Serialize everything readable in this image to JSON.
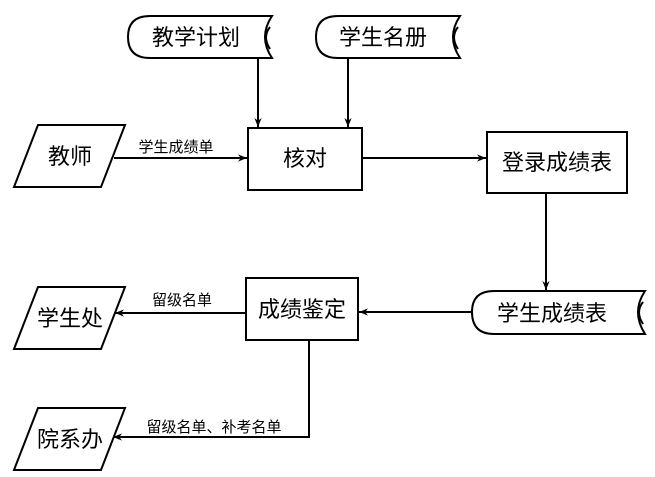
{
  "diagram": {
    "type": "data flow diagram",
    "nodes": {
      "plan": {
        "label": "教学计划",
        "kind": "data-store"
      },
      "roster": {
        "label": "学生名册",
        "kind": "data-store"
      },
      "teacher": {
        "label": "教师",
        "kind": "external-entity"
      },
      "verify": {
        "label": "核对",
        "kind": "process"
      },
      "record": {
        "label": "登录成绩表",
        "kind": "process"
      },
      "scores": {
        "label": "学生成绩表",
        "kind": "data-store"
      },
      "evaluate": {
        "label": "成绩鉴定",
        "kind": "process"
      },
      "student_office": {
        "label": "学生处",
        "kind": "external-entity"
      },
      "dept_office": {
        "label": "院系办",
        "kind": "external-entity"
      }
    },
    "edges": {
      "teacher_to_verify": {
        "from": "教师",
        "to": "核对",
        "label": "学生成绩单"
      },
      "plan_to_verify": {
        "from": "教学计划",
        "to": "核对",
        "label": ""
      },
      "roster_to_verify": {
        "from": "学生名册",
        "to": "核对",
        "label": ""
      },
      "verify_to_record": {
        "from": "核对",
        "to": "登录成绩表",
        "label": ""
      },
      "record_to_scores": {
        "from": "登录成绩表",
        "to": "学生成绩表",
        "label": ""
      },
      "scores_to_evaluate": {
        "from": "学生成绩表",
        "to": "成绩鉴定",
        "label": ""
      },
      "evaluate_to_student_office": {
        "from": "成绩鉴定",
        "to": "学生处",
        "label": "留级名单"
      },
      "evaluate_to_dept_office": {
        "from": "成绩鉴定",
        "to": "院系办",
        "label": "留级名单、补考名单"
      }
    }
  }
}
